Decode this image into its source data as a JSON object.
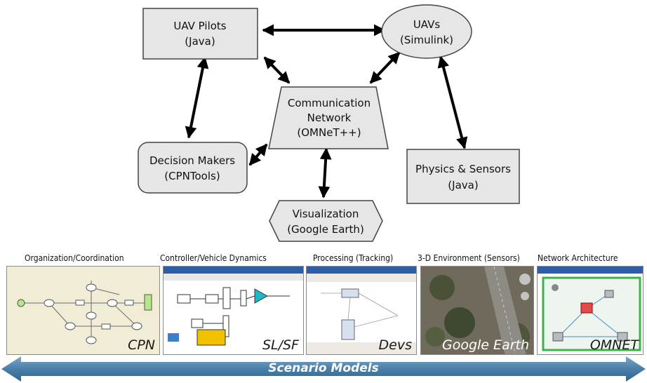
{
  "nodes": {
    "uav_pilots": {
      "line1": "UAV Pilots",
      "line2": "(Java)"
    },
    "uavs": {
      "line1": "UAVs",
      "line2": "(Simulink)"
    },
    "comm_network": {
      "line1": "Communication",
      "line2": "Network",
      "line3": "(OMNeT++)"
    },
    "decision_makers": {
      "line1": "Decision Makers",
      "line2": "(CPNTools)"
    },
    "physics_sensors": {
      "line1": "Physics & Sensors",
      "line2": "(Java)"
    },
    "visualization": {
      "line1": "Visualization",
      "line2": "(Google Earth)"
    }
  },
  "panels": [
    {
      "caption": "Organization/Coordination",
      "label": "CPN"
    },
    {
      "caption": "Controller/Vehicle Dynamics",
      "label": "SL/SF"
    },
    {
      "caption": "Processing (Tracking)",
      "label": "Devs"
    },
    {
      "caption": "3-D Environment (Sensors)",
      "label": "Google Earth"
    },
    {
      "caption": "Network Architecture",
      "label": "OMNET"
    }
  ],
  "banner": {
    "label": "Scenario Models"
  },
  "colors": {
    "node_fill": "#e6e6e6",
    "node_stroke": "#444444",
    "arrow": "#000000",
    "banner": "#4a7fa8"
  }
}
